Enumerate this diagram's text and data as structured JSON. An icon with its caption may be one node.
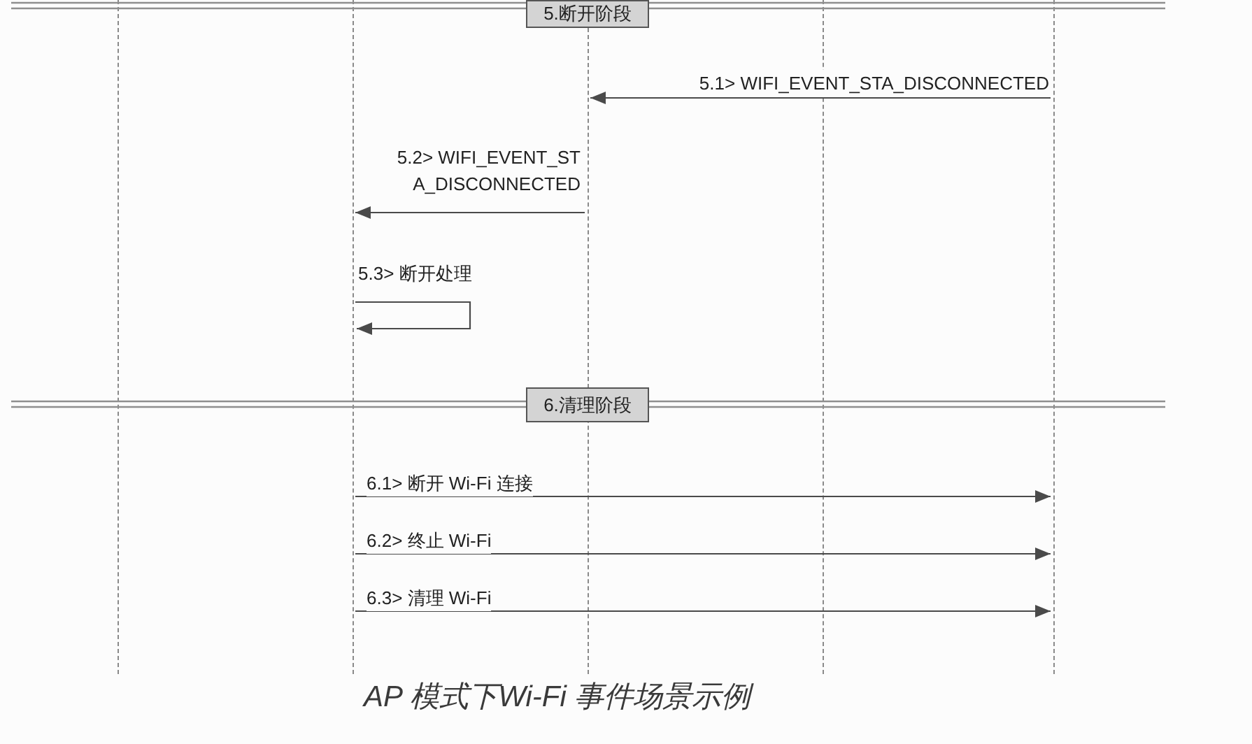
{
  "diagram": {
    "caption": "AP 模式下Wi-Fi 事件场景示例",
    "nodes": [
      {
        "text": [],
        "shape": "line"
      },
      {
        "text": [],
        "shape": "line"
      },
      {
        "text": [],
        "shape": "line"
      },
      {
        "text": [],
        "shape": "line"
      },
      {
        "text": [],
        "shape": "line"
      },
      {
        "text": [
          "5.断开阶段"
        ]
      },
      {
        "text": [
          "6.清理阶段"
        ]
      }
    ],
    "edges": [
      {
        "from": 4,
        "to": 2,
        "arrow": "to",
        "label": "5.1> WIFI_EVENT_STA_DISCONNECTED"
      },
      {
        "from": 2,
        "to": 1,
        "arrow": "to",
        "label": "5.2> WIFI_EVENT_STA_DISCONNECTED"
      },
      {
        "from": 1,
        "to": 1,
        "arrow": "to",
        "label": "5.3> 断开处理"
      },
      {
        "from": 1,
        "to": 4,
        "arrow": "to",
        "label": "6.1> 断开 Wi-Fi 连接"
      },
      {
        "from": 1,
        "to": 4,
        "arrow": "to",
        "label": "6.2> 终止 Wi-Fi"
      },
      {
        "from": 1,
        "to": 4,
        "arrow": "to",
        "label": "6.3> 清理 Wi-Fi"
      }
    ]
  }
}
